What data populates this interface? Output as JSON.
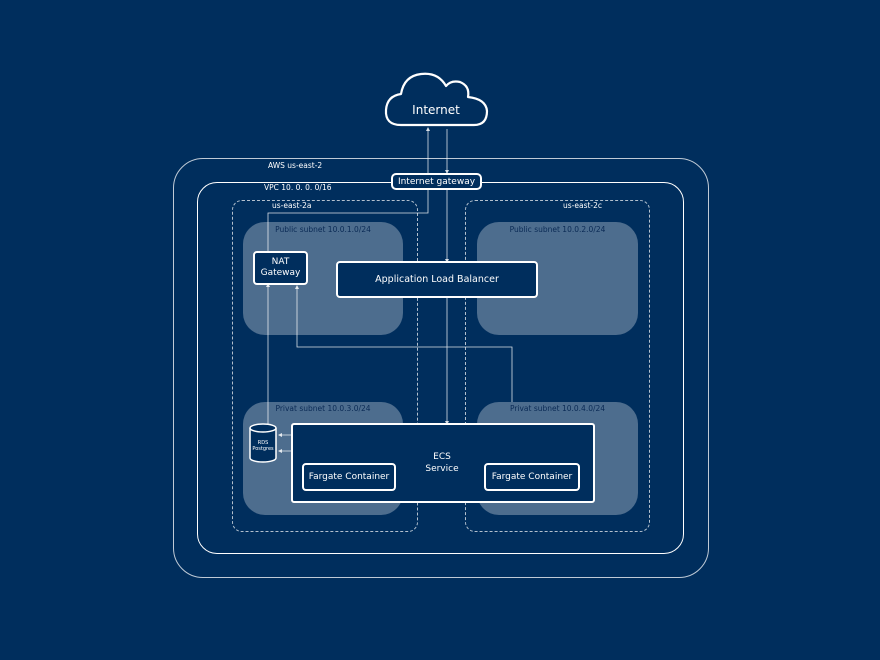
{
  "internet": {
    "label": "Internet"
  },
  "region": {
    "label": "AWS us-east-2"
  },
  "igw": {
    "label": "Internet gateway"
  },
  "vpc": {
    "label": "VPC 10. 0. 0. 0/16"
  },
  "az_a": {
    "label": "us-east-2a"
  },
  "az_c": {
    "label": "us-east-2c"
  },
  "subnets": {
    "public_a": "Public subnet 10.0.1.0/24",
    "public_c": "Public subnet 10.0.2.0/24",
    "private_a": "Privat subnet 10.0.3.0/24",
    "private_c": "Privat subnet 10.0.4.0/24"
  },
  "nat": {
    "line1": "NAT",
    "line2": "Gateway"
  },
  "alb": {
    "label": "Application Load Balancer"
  },
  "ecs": {
    "line1": "ECS",
    "line2": "Service"
  },
  "fargate_a": {
    "label": "Fargate Container"
  },
  "fargate_c": {
    "label": "Fargate Container"
  },
  "rds": {
    "line1": "RDS",
    "line2": "Postgres"
  },
  "colors": {
    "background": "#002e5d",
    "foreground": "#ffffff",
    "subnet_fill": "rgba(255,255,255,0.3)",
    "subnet_text": "#0a2a55"
  }
}
